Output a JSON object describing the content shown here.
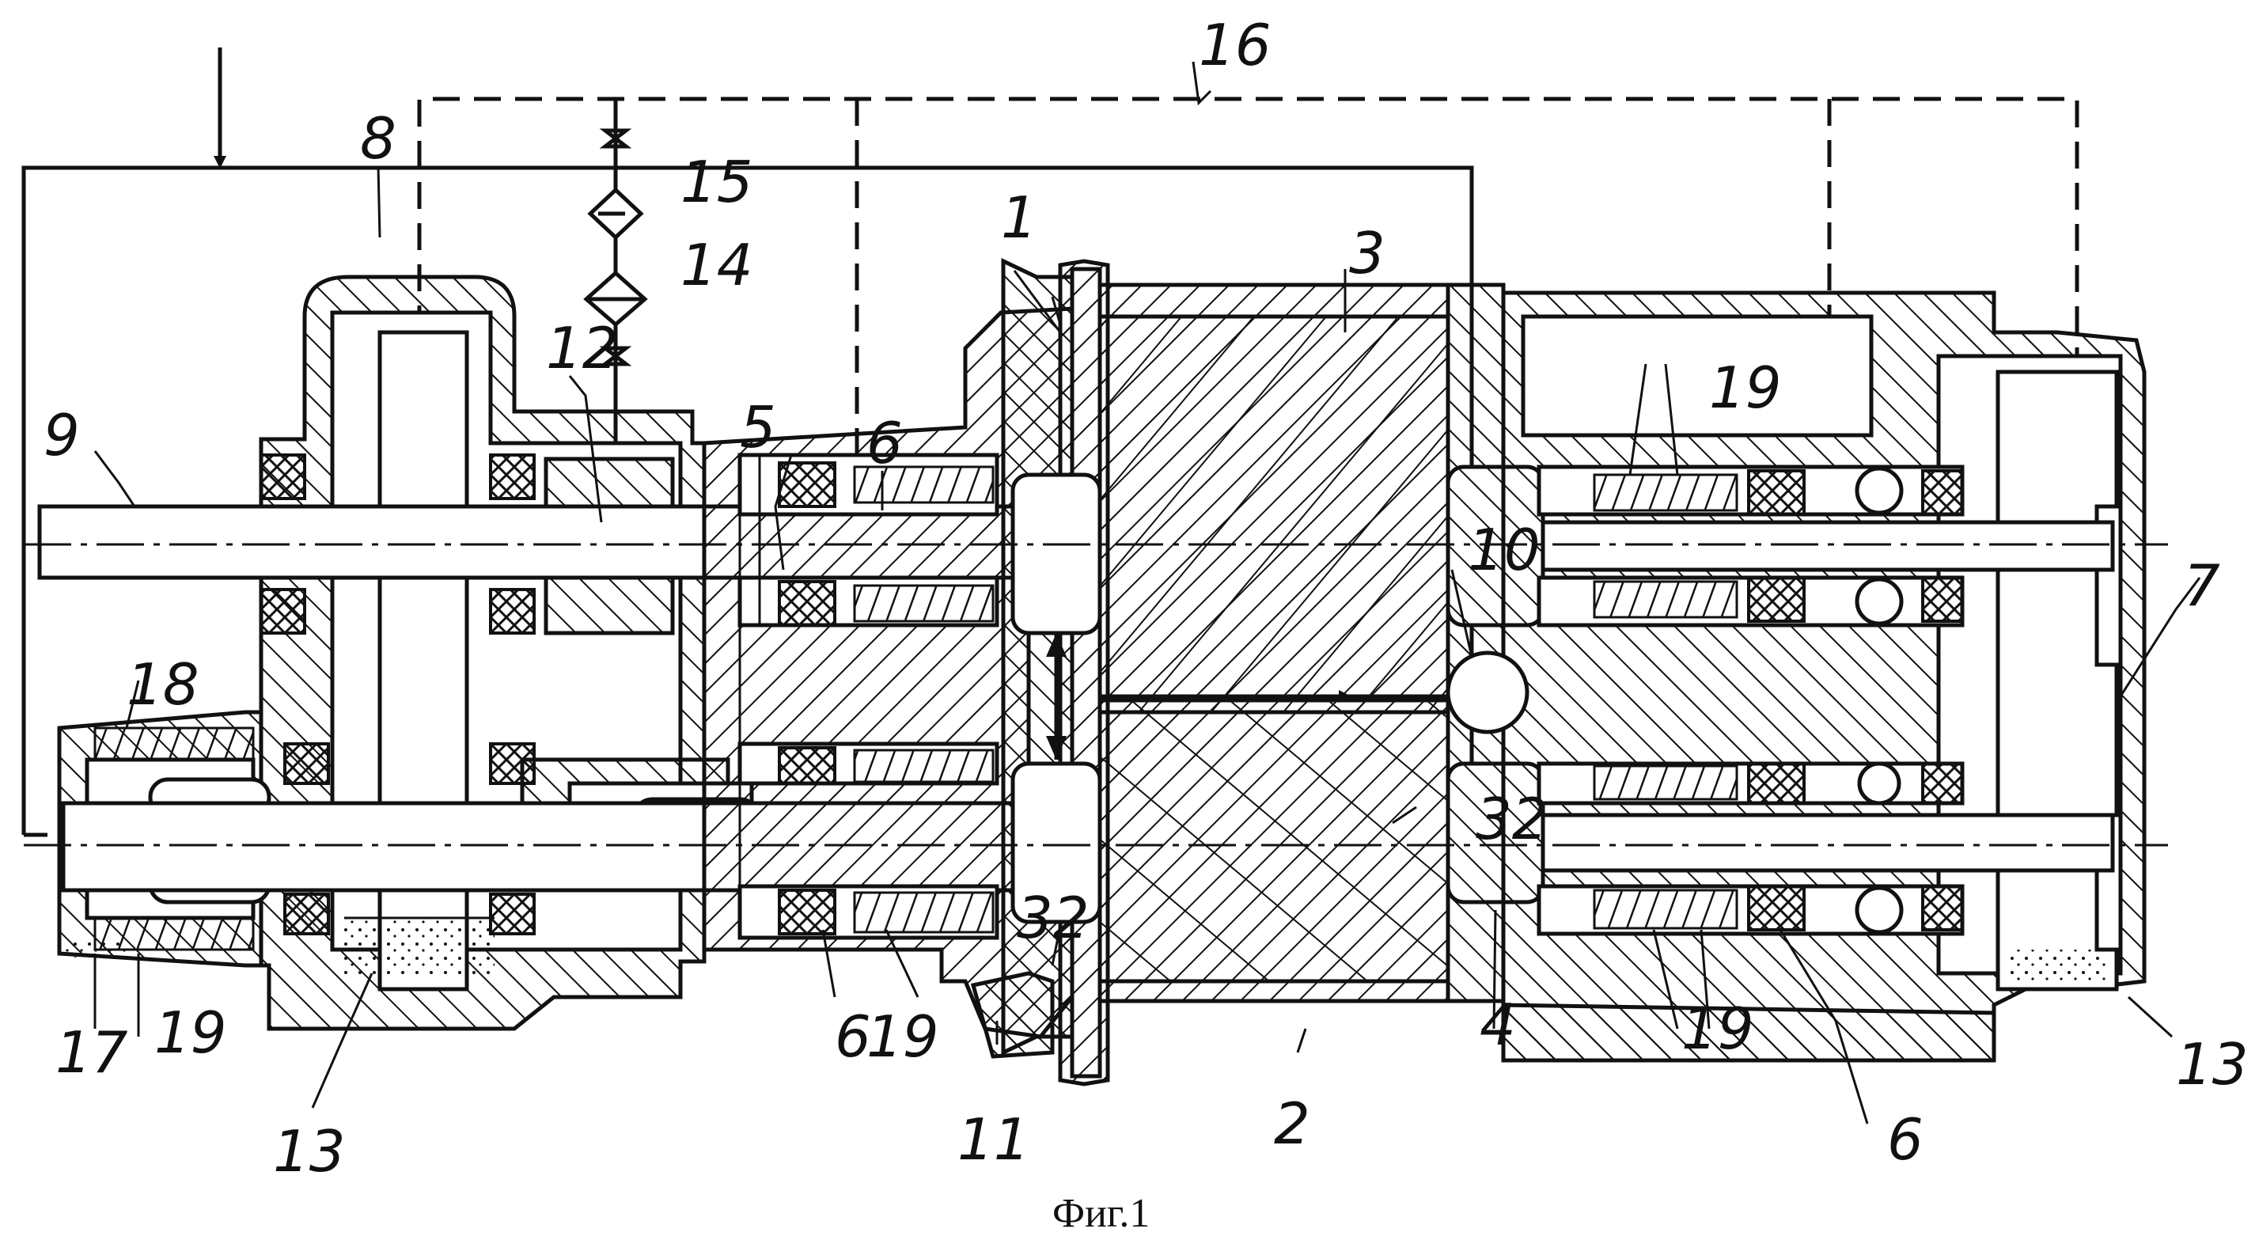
{
  "figure": {
    "caption": "Фиг.1",
    "labels": {
      "n1": "1",
      "n2": "2",
      "n3": "3",
      "n4": "4",
      "n5": "5",
      "n6a": "6",
      "n6b": "6",
      "n6c": "6",
      "n7": "7",
      "n8": "8",
      "n9": "9",
      "n10": "10",
      "n11": "11",
      "n12": "12",
      "n13a": "13",
      "n13b": "13",
      "n14": "14",
      "n15": "15",
      "n16": "16",
      "n17": "17",
      "n18": "18",
      "n19a": "19",
      "n19b": "19",
      "n19c": "19",
      "n19d": "19",
      "n32a": "32",
      "n32b": "32"
    }
  }
}
